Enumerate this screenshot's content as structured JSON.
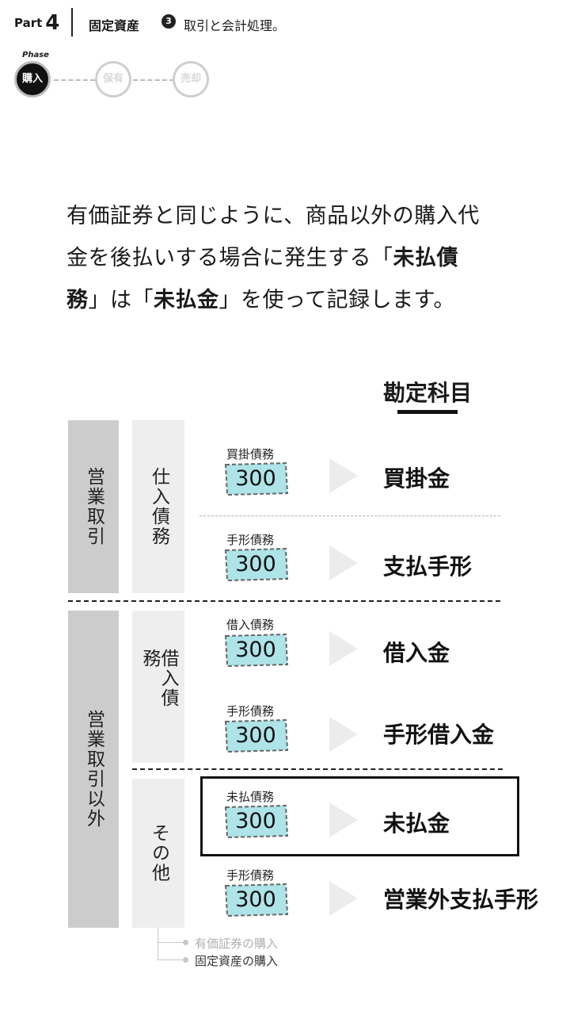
{
  "header": {
    "part_prefix": "Part",
    "part_number": "4",
    "section": "固定資産",
    "badge": "3",
    "topic": "取引と会計処理。"
  },
  "phase": {
    "label": "Phase",
    "steps": [
      "購入",
      "保有",
      "売却"
    ],
    "active_index": 0
  },
  "intro": {
    "line1": "有価証券と同じように、商品以外の購入代",
    "line2_a": "金を後払いする場合に発生する「",
    "line2_b": "未払債",
    "line3_a": "務",
    "line3_b": "」は「",
    "line3_c": "未払金",
    "line3_d": "」を使って記録します。"
  },
  "heading": "勘定科目",
  "categories": {
    "operating": "営業取引",
    "non_operating": "営業取引以外",
    "purchase_debt": "仕入債務",
    "borrowing_debt": "借入債務",
    "other": "その他"
  },
  "rows": [
    {
      "label": "買掛債務",
      "amount": "300",
      "account": "買掛金"
    },
    {
      "label": "手形債務",
      "amount": "300",
      "account": "支払手形"
    },
    {
      "label": "借入債務",
      "amount": "300",
      "account": "借入金"
    },
    {
      "label": "手形債務",
      "amount": "300",
      "account": "手形借入金"
    },
    {
      "label": "未払債務",
      "amount": "300",
      "account": "未払金"
    },
    {
      "label": "手形債務",
      "amount": "300",
      "account": "営業外支払手形"
    }
  ],
  "footnotes": [
    "有価証券の購入",
    "固定資産の購入"
  ],
  "colors": {
    "ticket_fill": "#aee3e8",
    "ticket_border": "#666666",
    "category_dark": "#cccccc",
    "category_light": "#eeeeee",
    "arrow": "#ececec"
  }
}
